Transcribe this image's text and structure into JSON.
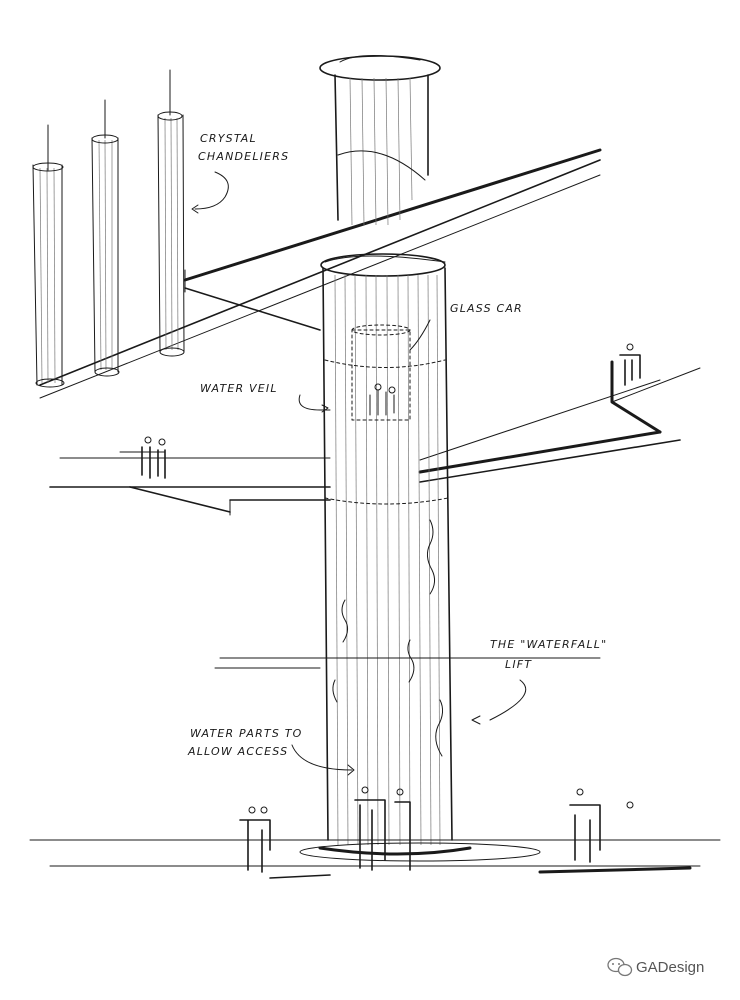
{
  "annotations": {
    "crystal_line1": "CRYSTAL",
    "crystal_line2": "CHANDELIERS",
    "glass_car": "GLASS CAR",
    "water_veil": "WATER VEIL",
    "waterfall_line1": "THE \"WATERFALL\"",
    "waterfall_line2": "LIFT",
    "water_parts_line1": "WATER PARTS TO",
    "water_parts_line2": "ALLOW ACCESS"
  },
  "watermark": {
    "text": "GADesign",
    "icon": "wechat-icon"
  },
  "colors": {
    "ink": "#1a1a1a",
    "paper": "#ffffff"
  }
}
